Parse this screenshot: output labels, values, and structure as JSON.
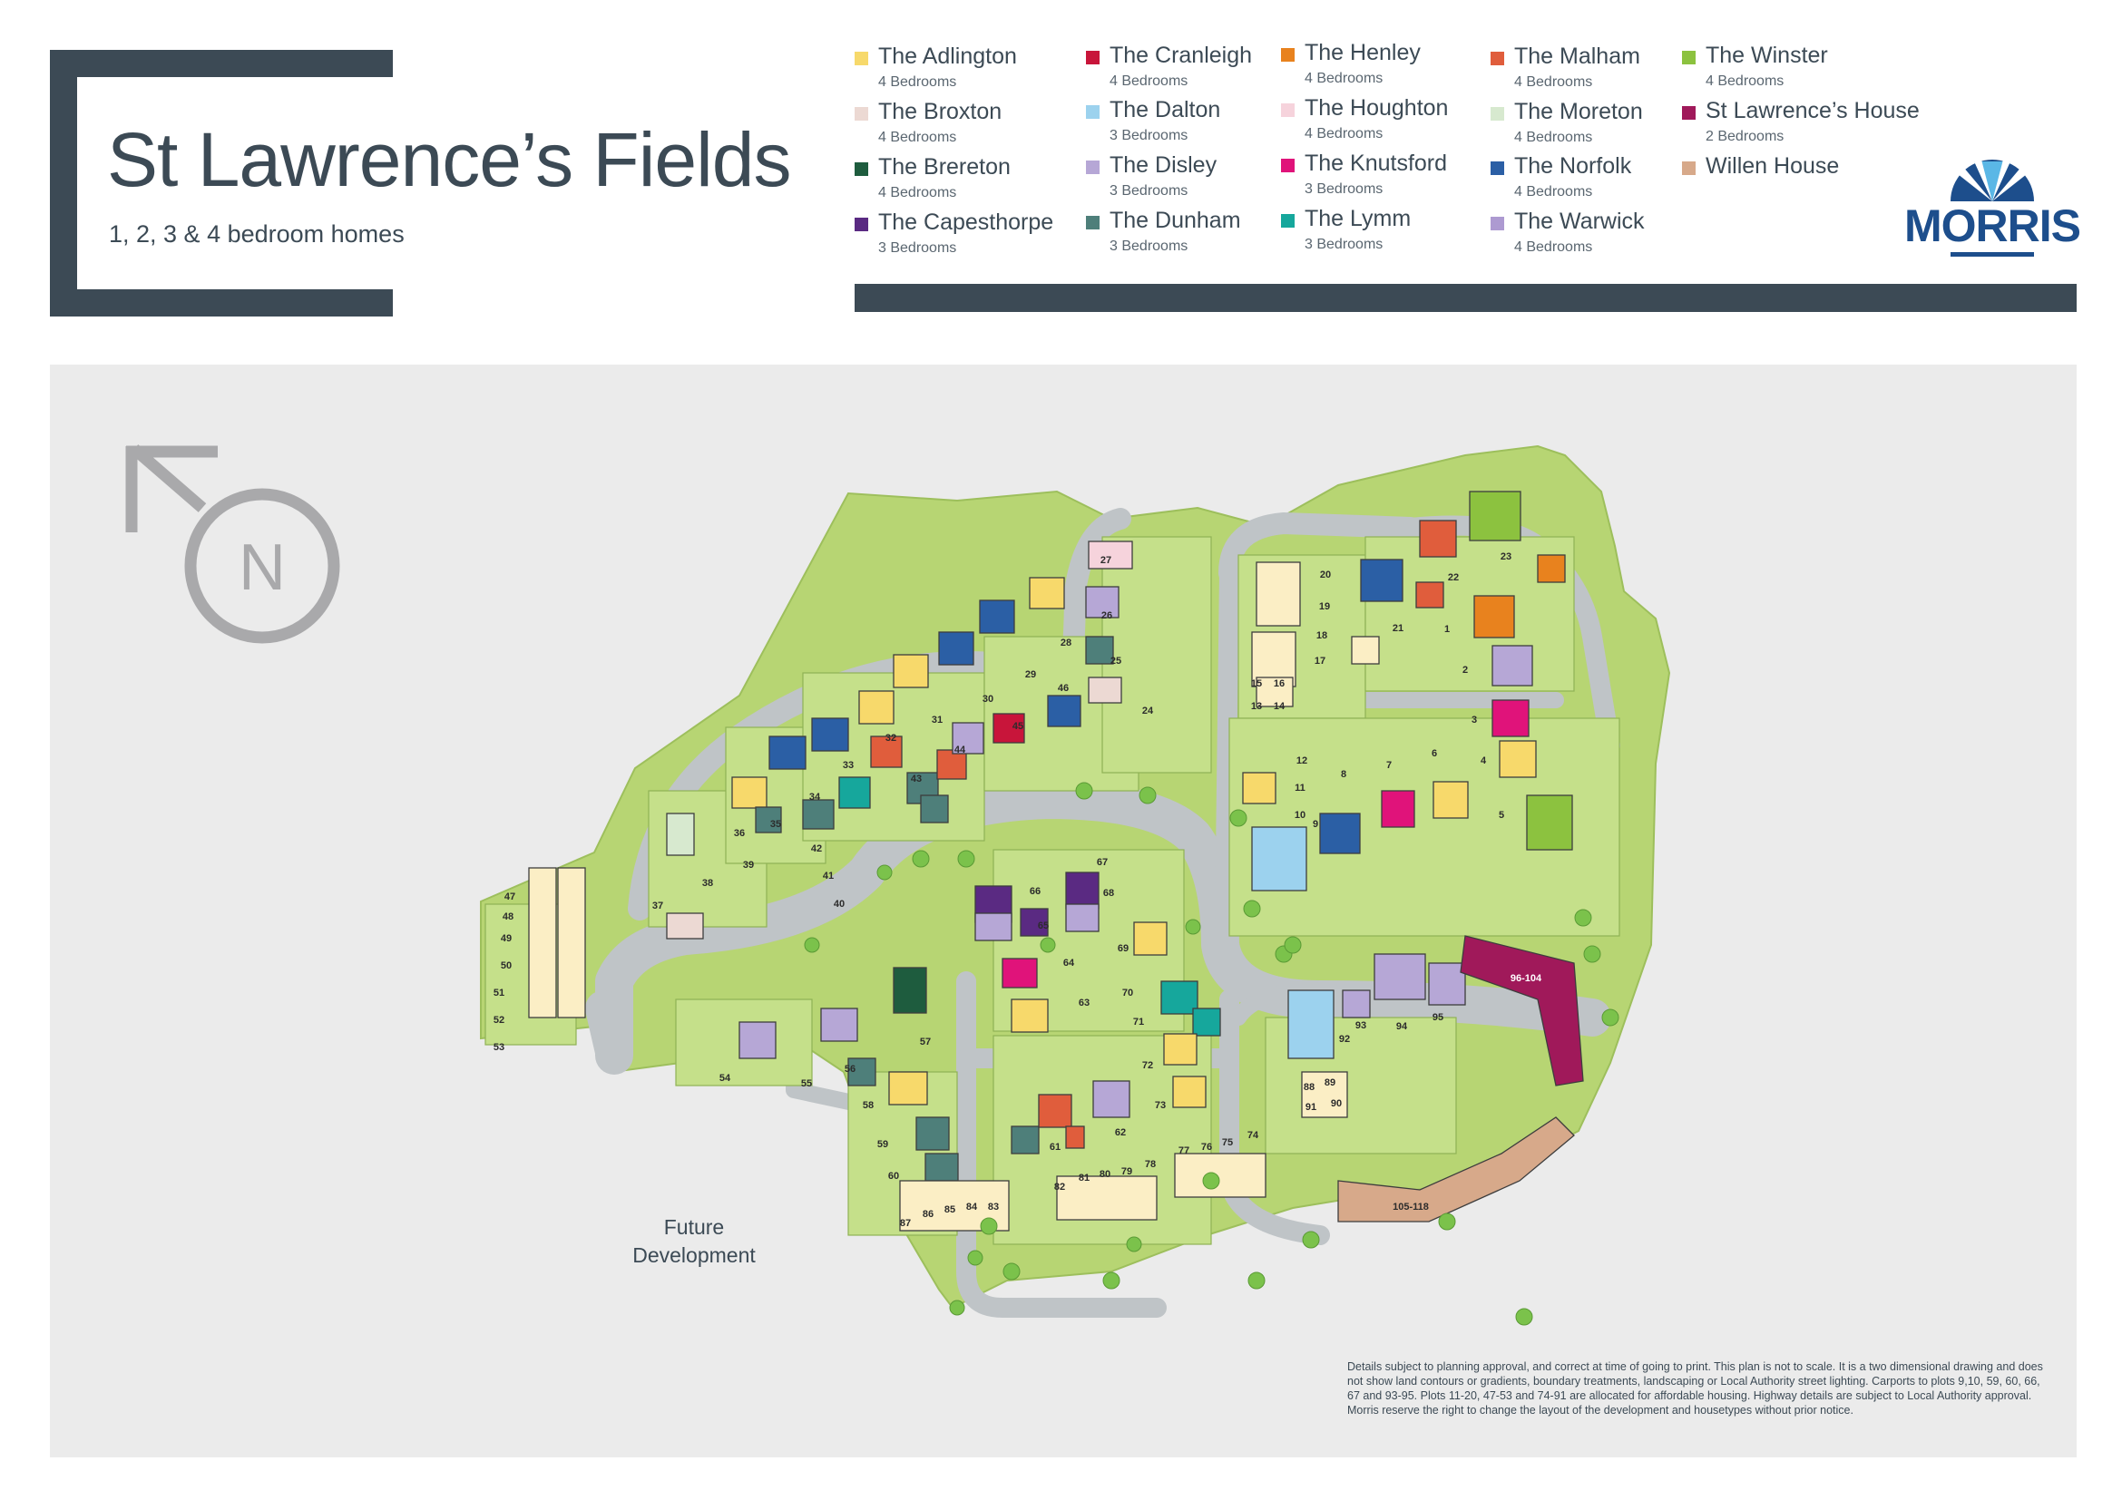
{
  "header": {
    "title": "St Lawrence’s Fields",
    "subtitle": "1, 2, 3 & 4 bedroom homes"
  },
  "legend": {
    "items": [
      {
        "name": "The Adlington",
        "beds": "4 Bedrooms",
        "color": "#f7d96b"
      },
      {
        "name": "The Broxton",
        "beds": "4 Bedrooms",
        "color": "#ecd9d3"
      },
      {
        "name": "The Brereton",
        "beds": "4 Bedrooms",
        "color": "#1e5c3e"
      },
      {
        "name": "The Capesthorpe",
        "beds": "3 Bedrooms",
        "color": "#5a2a82"
      },
      {
        "name": "The Cranleigh",
        "beds": "4 Bedrooms",
        "color": "#c8153a"
      },
      {
        "name": "The Dalton",
        "beds": "3 Bedrooms",
        "color": "#9cd2ee"
      },
      {
        "name": "The Disley",
        "beds": "3 Bedrooms",
        "color": "#b6a7d6"
      },
      {
        "name": "The Dunham",
        "beds": "3 Bedrooms",
        "color": "#4e7f7a"
      },
      {
        "name": "The Henley",
        "beds": "4 Bedrooms",
        "color": "#e8821e"
      },
      {
        "name": "The Houghton",
        "beds": "4 Bedrooms",
        "color": "#f6d3dc"
      },
      {
        "name": "The Knutsford",
        "beds": "3 Bedrooms",
        "color": "#e0137a"
      },
      {
        "name": "The Lymm",
        "beds": "3 Bedrooms",
        "color": "#16a79c"
      },
      {
        "name": "The Malham",
        "beds": "4 Bedrooms",
        "color": "#e05d3c"
      },
      {
        "name": "The Moreton",
        "beds": "4 Bedrooms",
        "color": "#d7e9cf"
      },
      {
        "name": "The Norfolk",
        "beds": "4 Bedrooms",
        "color": "#2b5fa5"
      },
      {
        "name": "The Warwick",
        "beds": "4 Bedrooms",
        "color": "#ad9ad1"
      },
      {
        "name": "The Winster",
        "beds": "4 Bedrooms",
        "color": "#8cc23f"
      },
      {
        "name": "St Lawrence’s House",
        "beds": "2 Bedrooms",
        "color": "#a0195a"
      },
      {
        "name": "Willen House",
        "beds": "",
        "color": "#d7a98a"
      }
    ]
  },
  "logo": {
    "text": "MORRIS",
    "color": "#1d4e8c"
  },
  "compass": {
    "label": "N"
  },
  "map": {
    "future_label_1": "Future",
    "future_label_2": "Development",
    "plot_labels": {
      "p1": "1",
      "p2": "2",
      "p3": "3",
      "p4": "4",
      "p5": "5",
      "p6": "6",
      "p7": "7",
      "p8": "8",
      "p9": "9",
      "p10": "10",
      "p11": "11",
      "p12": "12",
      "p13": "13",
      "p14": "14",
      "p15": "15",
      "p16": "16",
      "p17": "17",
      "p18": "18",
      "p19": "19",
      "p20": "20",
      "p21": "21",
      "p22": "22",
      "p23": "23",
      "p24": "24",
      "p25": "25",
      "p26": "26",
      "p27": "27",
      "p28": "28",
      "p29": "29",
      "p30": "30",
      "p31": "31",
      "p32": "32",
      "p33": "33",
      "p34": "34",
      "p35": "35",
      "p36": "36",
      "p37": "37",
      "p38": "38",
      "p39": "39",
      "p40": "40",
      "p41": "41",
      "p42": "42",
      "p43": "43",
      "p44": "44",
      "p45": "45",
      "p46": "46",
      "p47": "47",
      "p48": "48",
      "p49": "49",
      "p50": "50",
      "p51": "51",
      "p52": "52",
      "p53": "53",
      "p54": "54",
      "p55": "55",
      "p56": "56",
      "p57": "57",
      "p58": "58",
      "p59": "59",
      "p60": "60",
      "p61": "61",
      "p62": "62",
      "p63": "63",
      "p64": "64",
      "p65": "65",
      "p66": "66",
      "p67": "67",
      "p68": "68",
      "p69": "69",
      "p70": "70",
      "p71": "71",
      "p72": "72",
      "p73": "73",
      "p74": "74",
      "p75": "75",
      "p76": "76",
      "p77": "77",
      "p78": "78",
      "p79": "79",
      "p80": "80",
      "p81": "81",
      "p82": "82",
      "p83": "83",
      "p84": "84",
      "p85": "85",
      "p86": "86",
      "p87": "87",
      "p88": "88",
      "p89": "89",
      "p90": "90",
      "p91": "91",
      "p92": "92",
      "p93": "93",
      "p94": "94",
      "p95": "95",
      "p96_104": "96-104",
      "p105_118": "105-118"
    }
  },
  "disclaimer": "Details subject to planning approval, and correct at time of going to print. This plan is not to scale. It is a two dimensional drawing and does not show land contours or gradients, boundary treatments, landscaping or Local Authority street lighting. Carports to plots 9,10, 59, 60, 66, 67 and 93-95. Plots 11-20, 47-53 and 74-91 are allocated for affordable housing. Highway details are subject to Local Authority approval. Morris reserve the right to change the layout of the development and housetypes without prior notice."
}
